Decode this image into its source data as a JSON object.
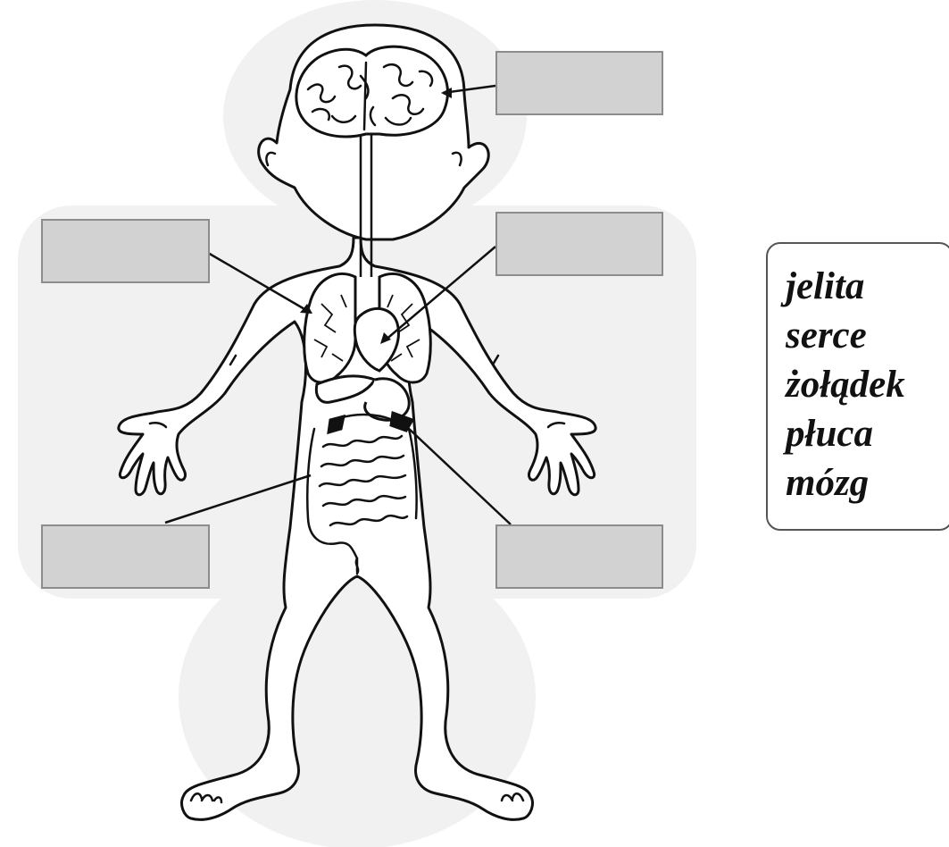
{
  "word_bank": {
    "words": [
      "jelita",
      "serce",
      "żołądek",
      "płuca",
      "mózg"
    ]
  },
  "label_boxes": [
    {
      "target": "brain",
      "text": ""
    },
    {
      "target": "lungs",
      "text": ""
    },
    {
      "target": "heart",
      "text": ""
    },
    {
      "target": "intestines",
      "text": ""
    },
    {
      "target": "stomach",
      "text": ""
    }
  ],
  "colors": {
    "line": "#111111",
    "box_fill": "#d2d2d2",
    "box_border": "#8c8c8c",
    "shadow": "#f0f0f0"
  }
}
